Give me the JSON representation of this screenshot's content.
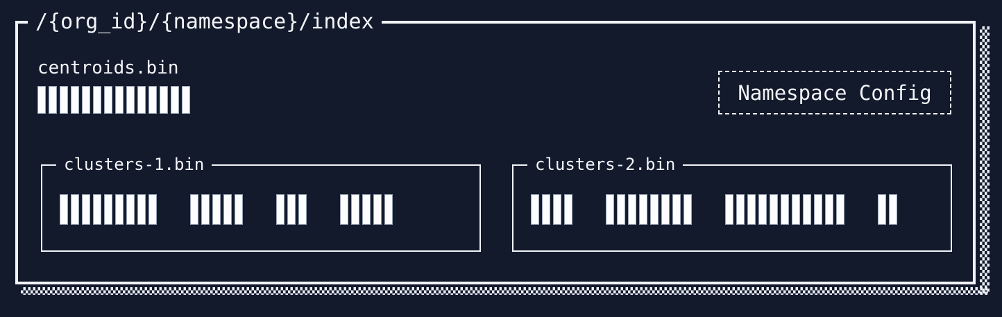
{
  "colors": {
    "background": "#131a2c",
    "foreground": "#f2f4f8",
    "bar_fill": "#fcfdff",
    "bar_edge": "#9aa5ba"
  },
  "index_box": {
    "title": "/{org_id}/{namespace}/index"
  },
  "centroids": {
    "label": "centroids.bin",
    "bar_groups": [
      14
    ]
  },
  "namespace_config": {
    "label": "Namespace Config"
  },
  "cluster_files": [
    {
      "label": "clusters-1.bin",
      "bar_groups": [
        9,
        5,
        3,
        5
      ]
    },
    {
      "label": "clusters-2.bin",
      "bar_groups": [
        4,
        8,
        11,
        2
      ]
    }
  ]
}
